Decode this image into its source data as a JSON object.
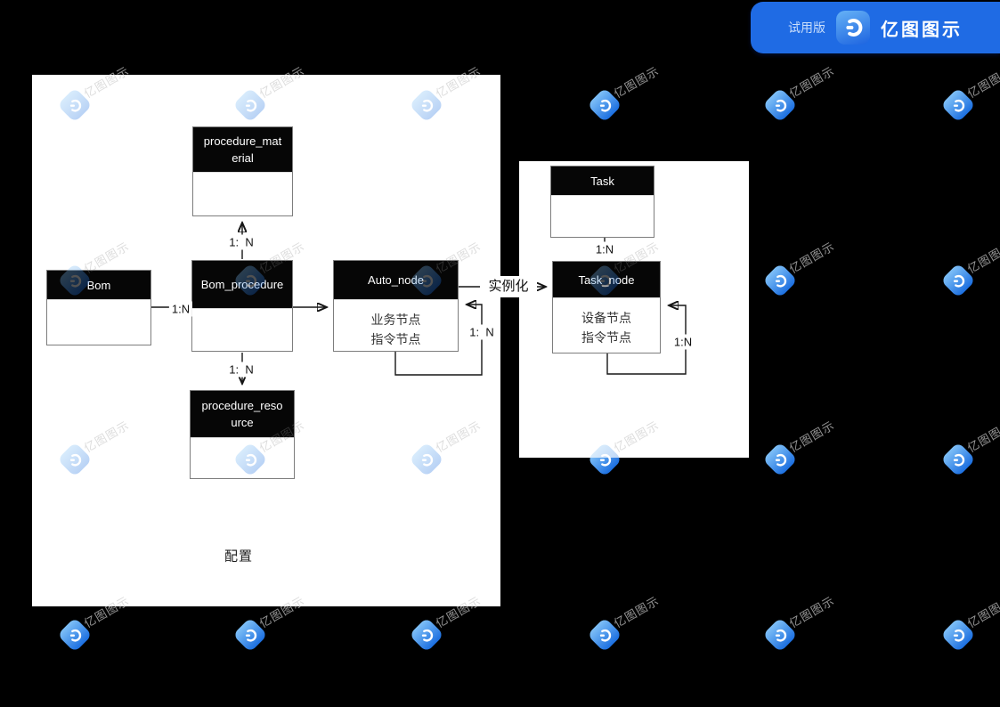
{
  "badge": {
    "trial": "试用版",
    "brand": "亿图图示"
  },
  "watermark": {
    "text": "亿图图示"
  },
  "canvas1": {
    "note": "配置"
  },
  "entities": [
    {
      "name": "procedure_material",
      "body": []
    },
    {
      "name": "Bom",
      "body": []
    },
    {
      "name": "Bom_procedure",
      "body": []
    },
    {
      "name": "Auto_node",
      "body": [
        "业务节点",
        "指令节点"
      ]
    },
    {
      "name": "procedure_resource",
      "body": []
    },
    {
      "name": "Task",
      "body": []
    },
    {
      "name": "Task_node",
      "body": [
        "设备节点",
        "指令节点"
      ]
    }
  ],
  "connector_labels": {
    "bom_bomproc": "1:N",
    "bomproc_material": "1:  N",
    "bomproc_resource": "1:  N",
    "autonode_loop": "1:  N",
    "instantiate": "实例化",
    "task_tasknode": "1:N",
    "tasknode_loop": "1:N"
  },
  "colors": {
    "badge_blue": "#1f6be4",
    "logo_gradient_start": "#7fc0f7",
    "logo_gradient_end": "#1c6fe0",
    "entity_header": "#060606",
    "canvas": "#ffffff",
    "background": "#000000"
  }
}
